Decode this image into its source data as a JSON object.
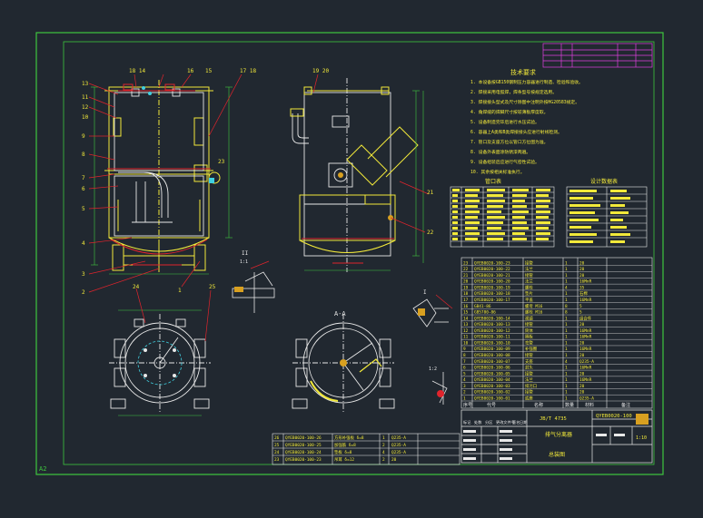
{
  "sheet": {
    "size_label": "A2",
    "bg": "#212830",
    "frame_color": "#3ec63e"
  },
  "colors": {
    "yellow": "#f2e93a",
    "white": "#e8e8e8",
    "green": "#3ec63e",
    "red": "#e0242c",
    "magenta": "#e040e0",
    "cyan": "#40d0e0",
    "gold": "#d8a020"
  },
  "front_view": {
    "top_labels": [
      "18 14",
      "16",
      "15",
      "17 18"
    ],
    "left_labels": [
      "13",
      "11",
      "12",
      "10",
      "9",
      "8",
      "7",
      "6",
      "5",
      "4",
      "3",
      "2"
    ],
    "right_labels": [
      "1"
    ],
    "callout": "23"
  },
  "side_view": {
    "top_labels": [
      "19 20"
    ],
    "right_labels": [
      "21",
      "22"
    ]
  },
  "detail_ii": {
    "label": "II",
    "scale": "1:1"
  },
  "detail_i": {
    "label": "I",
    "scale": "1:2"
  },
  "section_aa": {
    "label": "A-A"
  },
  "plan_view": {
    "labels": [
      "24",
      "25"
    ]
  },
  "tech_requirements": {
    "title": "技术要求",
    "lines": [
      "1. 本设备按GB150钢制压力容器进行制造、检验和验收。",
      "2. 焊接采用电弧焊，焊条型号按规定选用。",
      "3. 焊接接头型式及尺寸除图中注明外按HG20583规定。",
      "4. 角焊缝的焊脚尺寸按较薄板厚度取。",
      "5. 设备制造完毕后进行水压试验。",
      "6. 容器上A类和B类焊接接头应进行射线检测。",
      "7. 管口及支座方位以管口方位图为准。",
      "8. 设备外表面涂防锈漆两遍。",
      "9. 设备组装后应进行气密性试验。",
      "10. 其余按相关标准执行。"
    ]
  },
  "design_table": {
    "title": "设计数据表"
  },
  "nozzle_table": {
    "title": "管口表"
  },
  "parts_list": {
    "rows": [
      [
        "23",
        "QYEB0020-100-23",
        "接管",
        "1",
        "20"
      ],
      [
        "22",
        "QYEB0020-100-22",
        "法兰",
        "1",
        "20"
      ],
      [
        "21",
        "QYEB0020-100-21",
        "接管",
        "1",
        "20"
      ],
      [
        "20",
        "QYEB0020-100-20",
        "法兰",
        "1",
        "16MnR"
      ],
      [
        "19",
        "QYEB0020-100-19",
        "螺栓",
        "4",
        "35"
      ],
      [
        "18",
        "QYEB0020-100-18",
        "垫片",
        "1",
        "石棉"
      ],
      [
        "17",
        "QYEB0020-100-17",
        "平盖",
        "1",
        "16MnR"
      ],
      [
        "16",
        "GB41-86",
        "螺母 M16",
        "8",
        "5"
      ],
      [
        "15",
        "GB5780-86",
        "螺栓 M16",
        "8",
        "5"
      ],
      [
        "14",
        "QYEB0020-100-14",
        "视镜",
        "1",
        "组合件"
      ],
      [
        "13",
        "QYEB0020-100-13",
        "接管",
        "1",
        "20"
      ],
      [
        "12",
        "QYEB0020-100-12",
        "筒体",
        "1",
        "16MnR"
      ],
      [
        "11",
        "QYEB0020-100-11",
        "隔板",
        "1",
        "16MnR"
      ],
      [
        "10",
        "QYEB0020-100-10",
        "弯管",
        "1",
        "20"
      ],
      [
        "9",
        "QYEB0020-100-09",
        "补强圈",
        "1",
        "16MnR"
      ],
      [
        "8",
        "QYEB0020-100-08",
        "接管",
        "1",
        "20"
      ],
      [
        "7",
        "QYEB0020-100-07",
        "支座",
        "4",
        "Q235-A"
      ],
      [
        "6",
        "QYEB0020-100-06",
        "封头",
        "1",
        "16MnR"
      ],
      [
        "5",
        "QYEB0020-100-05",
        "接管",
        "1",
        "20"
      ],
      [
        "4",
        "QYEB0020-100-04",
        "法兰",
        "1",
        "16MnR"
      ],
      [
        "3",
        "QYEB0020-100-03",
        "排污口",
        "1",
        "20"
      ],
      [
        "2",
        "QYEB0020-100-02",
        "接管",
        "1",
        "20"
      ],
      [
        "1",
        "QYEB0020-100-01",
        "底座",
        "1",
        "Q235-A"
      ]
    ],
    "header": [
      "序号",
      "代号",
      "名称",
      "数量",
      "材料",
      "备注"
    ]
  },
  "title_block": {
    "drawing_no": "QYEB0020-100",
    "std": "JB/T 4735",
    "name": "排气分离器",
    "school": "总装图",
    "scale": "1:10"
  },
  "lower_parts": {
    "rows": [
      [
        "26",
        "QYEB0020-100-26",
        "方形补强板 δ=8",
        "1",
        "Q235-A"
      ],
      [
        "25",
        "QYEB0020-100-25",
        "加强筋 δ=8",
        "2",
        "Q235-A"
      ],
      [
        "24",
        "QYEB0020-100-24",
        "垫板 δ=8",
        "4",
        "Q235-A"
      ],
      [
        "23",
        "QYEB0020-100-23",
        "吊耳 δ=12",
        "2",
        "20"
      ]
    ]
  },
  "revision_block": {
    "cells": [
      "标记",
      "处数",
      "分区",
      "更改文件号",
      "签名",
      "日期"
    ]
  }
}
